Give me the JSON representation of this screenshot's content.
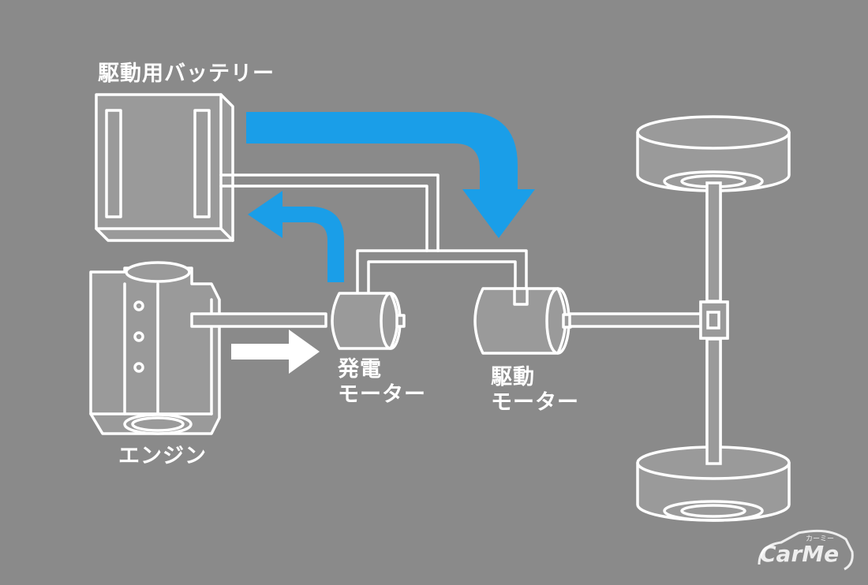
{
  "labels": {
    "battery": "駆動用バッテリー",
    "engine": "エンジン",
    "generator_line1": "発電",
    "generator_line2": "モーター",
    "drive_line1": "駆動",
    "drive_line2": "モーター"
  },
  "logo": {
    "text": "CarMe",
    "kana": "カーミー"
  },
  "colors": {
    "background": "#8a8a8a",
    "line": "#ffffff",
    "accent_blue": "#1a9ee8"
  }
}
